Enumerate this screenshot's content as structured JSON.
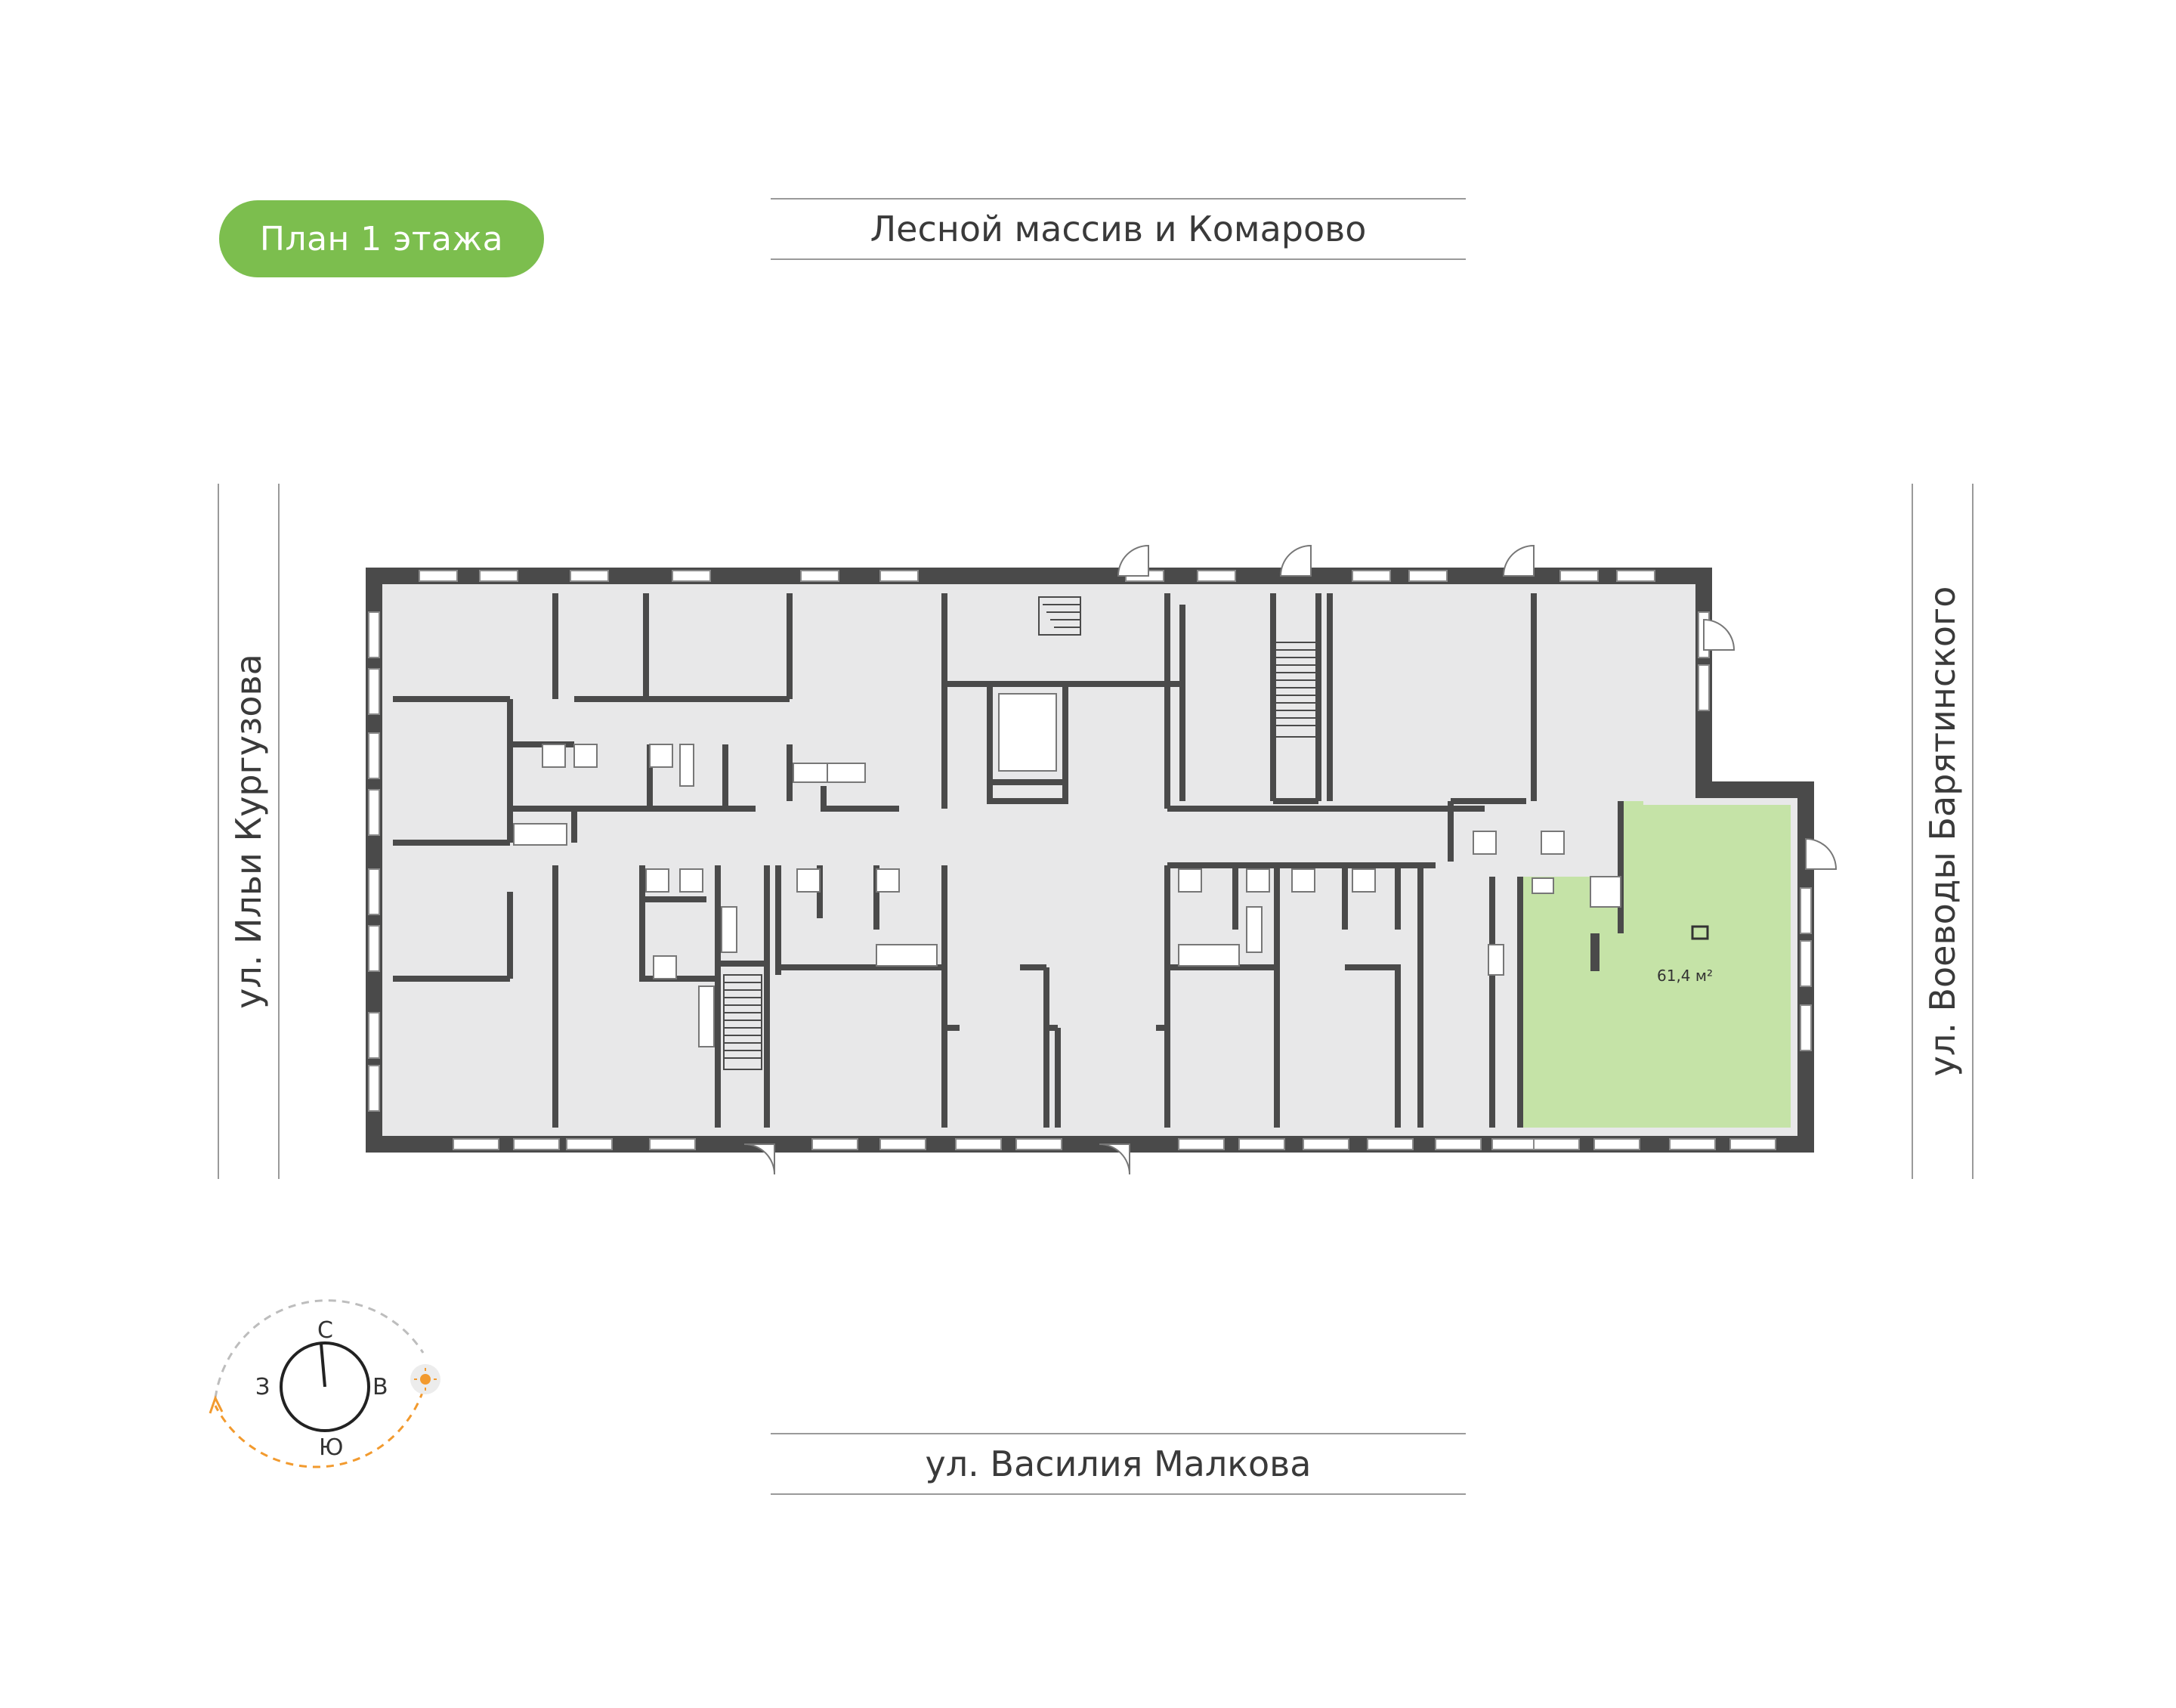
{
  "floor_label": "План 1 этажа",
  "streets": {
    "top": "Лесной массив и Комарово",
    "bottom": "ул. Василия Малкова",
    "left": "ул. Ильи Кургузова",
    "right": "ул. Воеводы Барятинского"
  },
  "highlighted_unit": {
    "area": "61,4 м²",
    "color": "#c5e3a7"
  },
  "compass": {
    "north": "С",
    "south": "Ю",
    "west": "З",
    "east": "В"
  },
  "colors": {
    "accent": "#7cbe4e",
    "wall": "#4a4a4a",
    "room": "#e8e8e9",
    "sun_path": "#f29a2e"
  }
}
